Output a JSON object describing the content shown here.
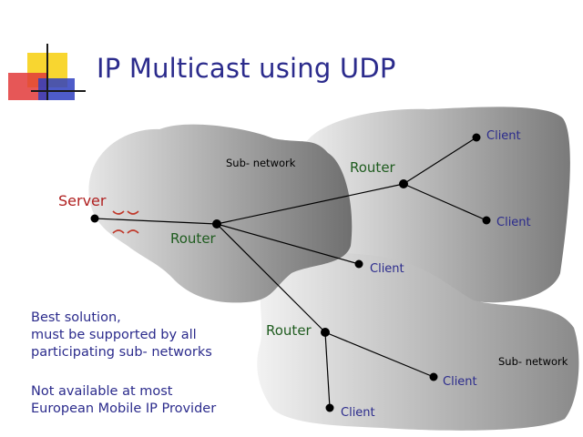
{
  "title": "IP Multicast using UDP",
  "diagram": {
    "server_label": "Server",
    "router_labels": [
      "Router",
      "Router",
      "Router"
    ],
    "client_labels": [
      "Client",
      "Client",
      "Client",
      "Client",
      "Client"
    ],
    "subnetwork_labels": [
      "Sub- network",
      "Sub- network"
    ]
  },
  "notes": {
    "note1": [
      "Best solution,",
      "must be supported by all",
      "participating sub- networks"
    ],
    "note2": [
      "Not available at most",
      "European Mobile IP Provider"
    ]
  },
  "colors": {
    "title": "#2b2b8c",
    "router_label": "#1f5c1f",
    "server_label": "#b02020",
    "client_label": "#2b2b8c",
    "accent_yellow": "#f7d21a",
    "accent_red": "#e23a3a",
    "accent_blue": "#2f3fbf"
  }
}
